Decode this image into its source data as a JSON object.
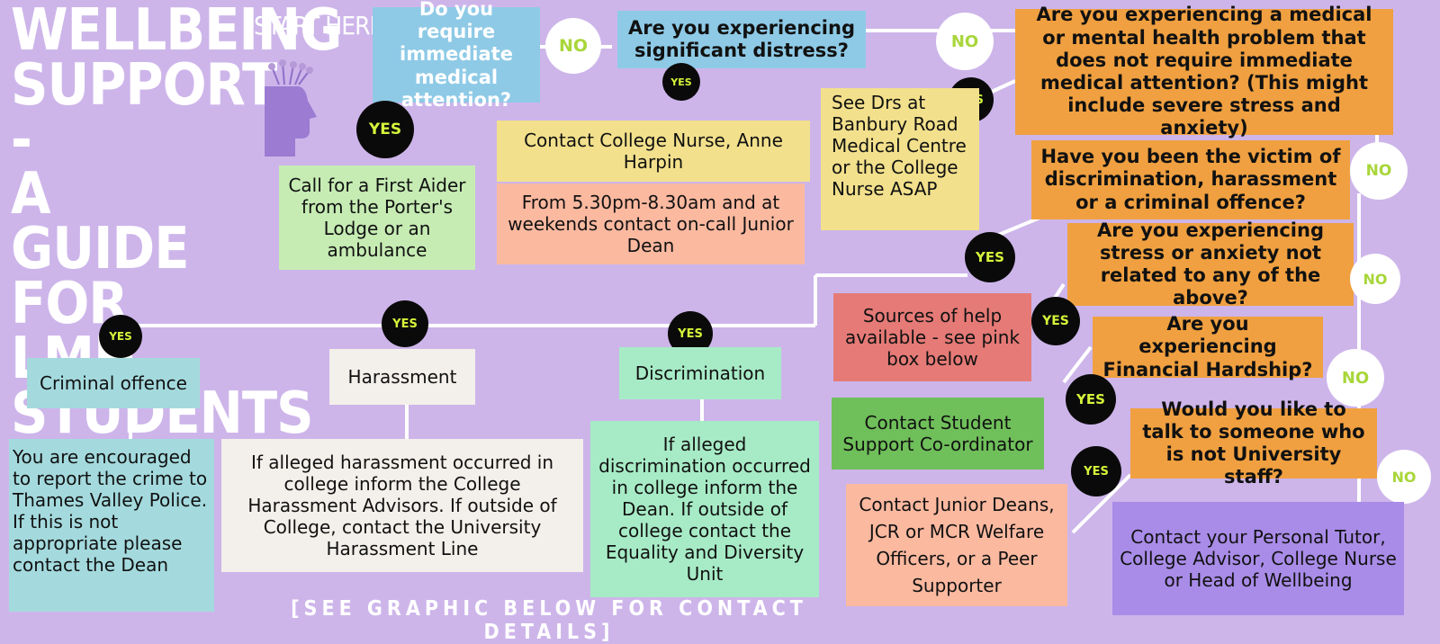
{
  "title_lines": [
    "WELLBEING",
    "SUPPORT -",
    "A GUIDE",
    "FOR LMH",
    "STUDENTS"
  ],
  "start_label": "START HERE:",
  "footer": "[SEE GRAPHIC BELOW FOR CONTACT DETAILS]",
  "answers": {
    "yes": "YES",
    "no": "NO"
  },
  "questions": {
    "medical_attention": "Do you require immediate medical attention?",
    "significant_distress": "Are you experiencing significant distress?",
    "health_problem": "Are you experiencing a medical or mental health problem that does not require immediate medical attention? (This might include severe stress and anxiety)",
    "victim": "Have you been the victim of discrimination, harassment or a criminal offence?",
    "stress_anxiety": "Are you experiencing stress or anxiety not related to any of the above?",
    "financial": "Are you experiencing Financial Hardship?",
    "talk": "Would you like to talk to someone who is not University staff?"
  },
  "actions": {
    "first_aider": "Call for a First Aider from the Porter's Lodge or an ambulance",
    "college_nurse": "Contact College Nurse, Anne Harpin",
    "junior_dean": "From 5.30pm-8.30am and at weekends contact on-call Junior Dean",
    "see_drs": "See Drs at Banbury Road Medical Centre or the College Nurse ASAP",
    "sources_help": "Sources of help available - see pink box below",
    "student_support": "Contact Student Support Co-ordinator",
    "welfare": "Contact Junior Deans, JCR or MCR Welfare Officers, or a Peer Supporter",
    "tutor": "Contact your Personal Tutor, College Advisor, College Nurse or Head of Wellbeing"
  },
  "categories": {
    "criminal": "Criminal offence",
    "harassment": "Harassment",
    "discrimination": "Discrimination"
  },
  "details": {
    "criminal": "You are encouraged to report the crime to Thames Valley Police.\n If this is not appropriate please contact the Dean",
    "harassment": "If alleged harassment occurred in college inform the College Harassment Advisors. If outside of College, contact the University Harassment Line",
    "discrimination": "If alleged discrimination occurred in college inform the Dean. If outside of college contact the Equality and Diversity Unit"
  },
  "colors": {
    "background": "#cdb5ea",
    "blue": "#8ecae6",
    "orange": "#f0a040",
    "yellow": "#f2e08c",
    "peach": "#fbb9a0",
    "light_green": "#c6ecb4",
    "red": "#e57a76",
    "green": "#6fbf5a",
    "teal": "#a4dade",
    "off_white": "#f3efea",
    "mint": "#a7ebc6",
    "violet": "#a98ce8",
    "yes_text": "#d4f53a",
    "no_text": "#a8d63a"
  },
  "icons": [
    "head-with-flowers-icon"
  ]
}
